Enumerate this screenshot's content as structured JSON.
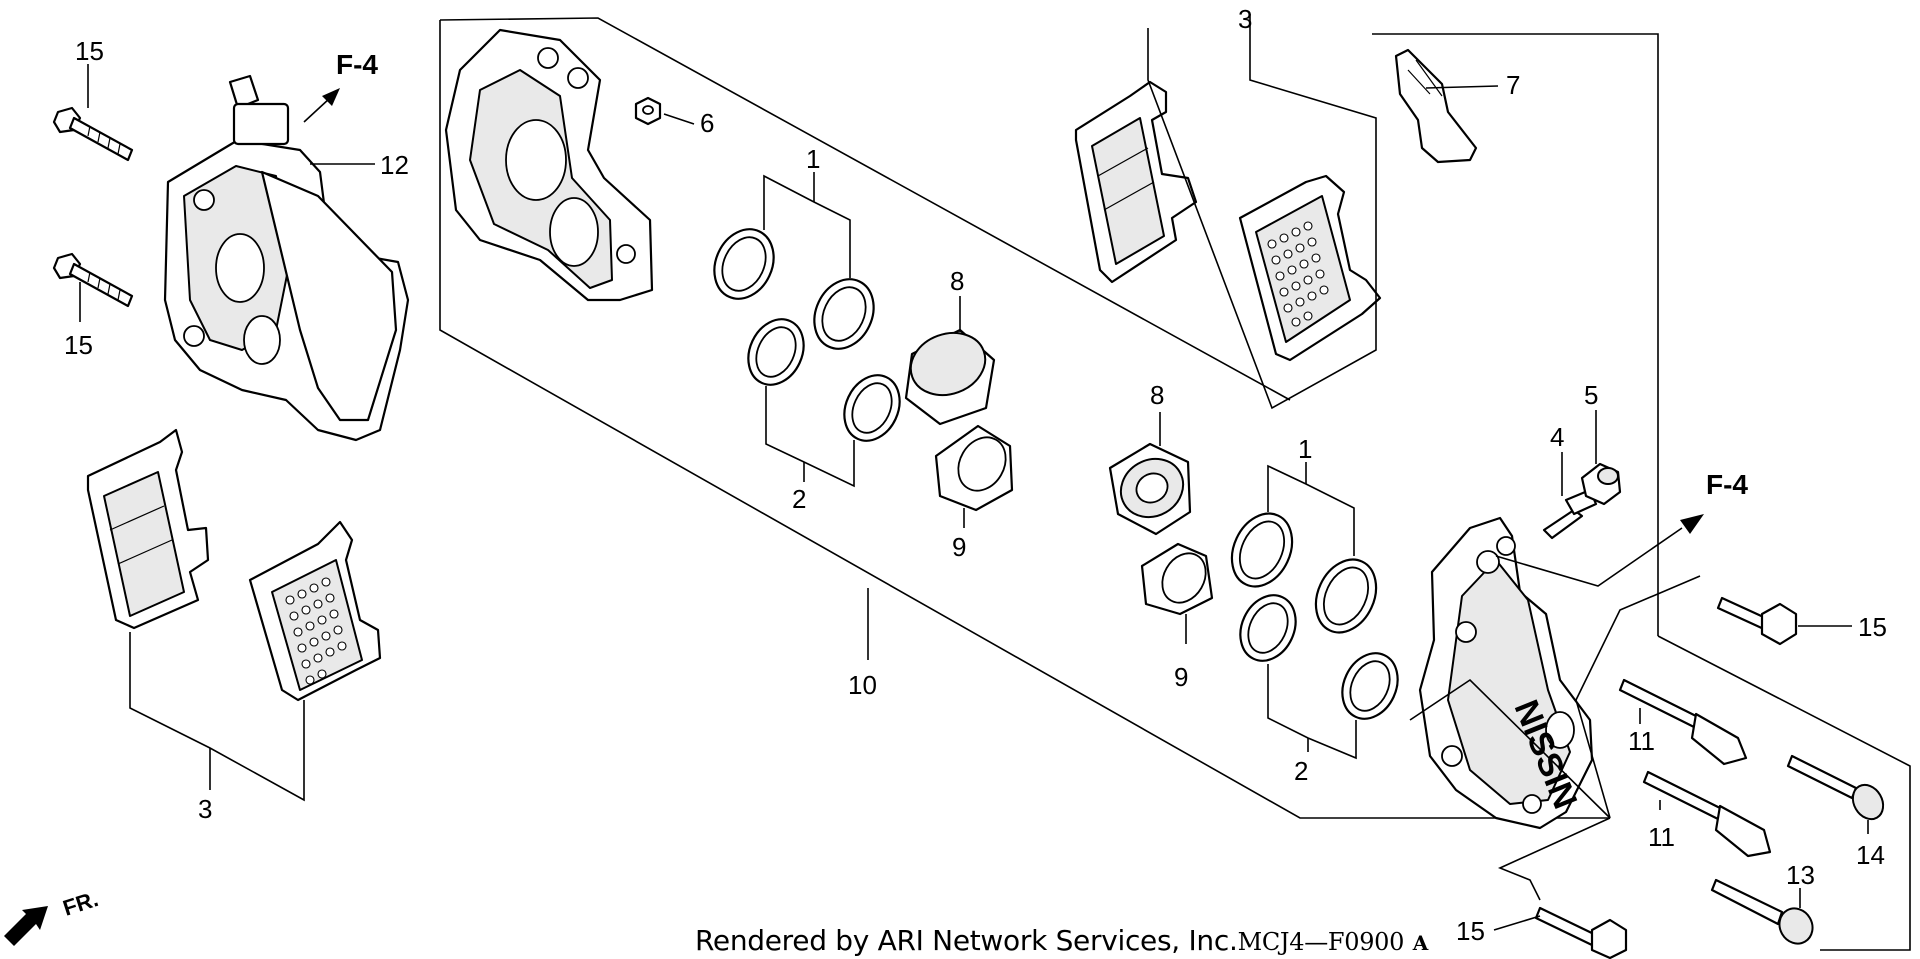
{
  "callouts": {
    "c15a": "15",
    "c15b": "15",
    "c15c": "15",
    "c15d": "15",
    "c12": "12",
    "f4a": "F-4",
    "f4b": "F-4",
    "c3a": "3",
    "c3b": "3",
    "c6": "6",
    "c7": "7",
    "c1a": "1",
    "c1b": "1",
    "c2a": "2",
    "c2b": "2",
    "c8a": "8",
    "c8b": "8",
    "c9a": "9",
    "c9b": "9",
    "c10": "10",
    "c4": "4",
    "c5": "5",
    "c11a": "11",
    "c11b": "11",
    "c13": "13",
    "c14": "14"
  },
  "direction_label": "FR.",
  "credit": {
    "text": "Rendered by ARI Network Services, Inc.",
    "code": "MCJ4—F0900",
    "suffix": "A"
  },
  "icons": [
    "arrow-icon",
    "front-direction-arrow-icon"
  ]
}
